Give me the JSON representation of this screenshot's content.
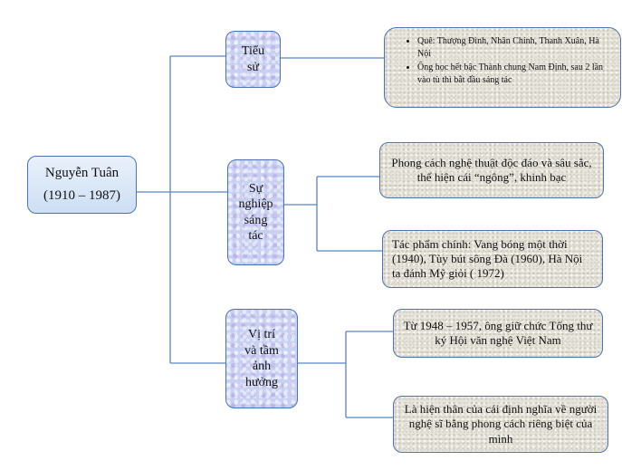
{
  "root": {
    "name": "Nguyễn Tuân",
    "years": "(1910 – 1987)"
  },
  "branches": [
    {
      "lines": [
        "Tiểu",
        "sử"
      ]
    },
    {
      "lines": [
        "Sự",
        "nghiệp",
        "sáng",
        "tác"
      ]
    },
    {
      "lines": [
        "Vị trí",
        "và tầm",
        "ảnh",
        "hưởng"
      ]
    }
  ],
  "leaves": {
    "biography_bullets": [
      "Quê: Thượng Đình, Nhân Chính, Thanh Xuân, Hà Nội",
      "Ông học hết bậc Thành chung Nam Định, sau 2 lần vào tù thì bắt đầu sáng tác"
    ],
    "style": "Phong cách nghệ thuật độc đáo và sâu sắc, thể hiện cái “ngông”, khinh bạc",
    "works": "Tác phẩm chính: Vang bóng một thời (1940), Tùy bút sông Đà (1960), Hà Nội ta đánh Mỹ giỏi ( 1972)",
    "position": "Từ 1948 – 1957,  ông giữ chức Tổng thư ký Hội văn nghệ Việt Nam",
    "influence": "Là hiện thân của cái định nghĩa về người nghệ sĩ bằng phong cách riêng biệt của mình"
  },
  "colors": {
    "border": "#4a74b8",
    "connector": "#5b86c6",
    "root_fill": "#dbe7f7",
    "branch_fill": "#c7d0f2",
    "leaf_fill": "#e8e5dc"
  }
}
